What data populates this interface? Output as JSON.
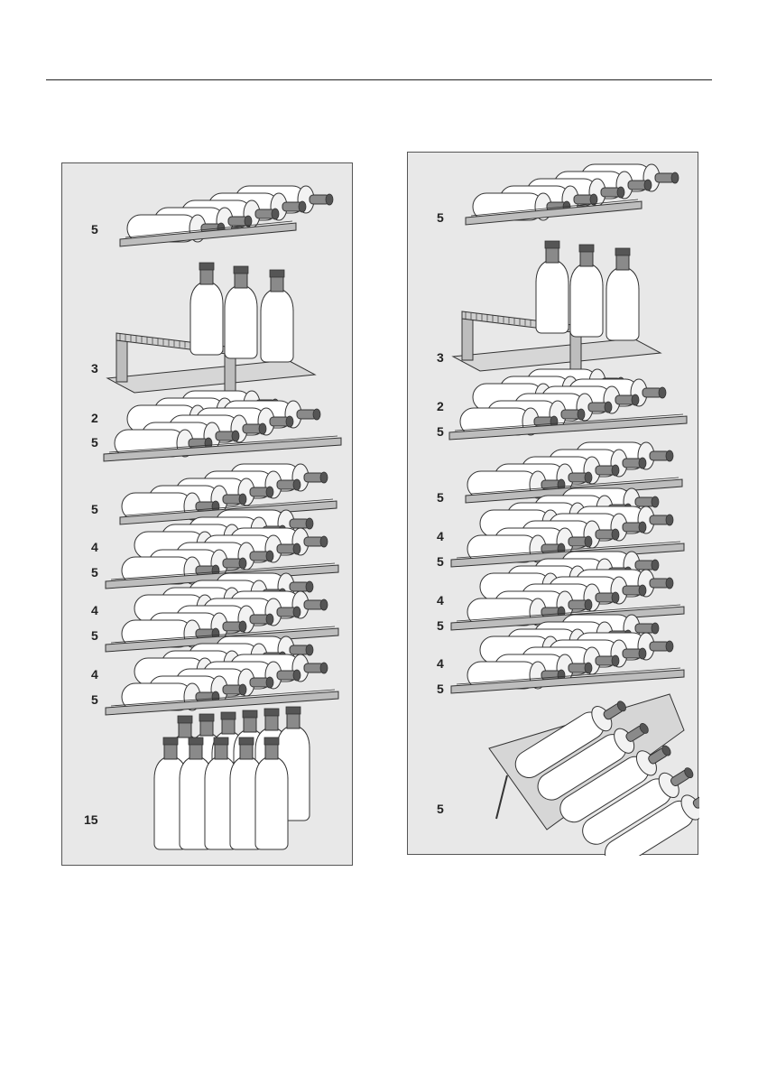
{
  "panels": [
    {
      "id": "left",
      "rows": [
        {
          "count": "5",
          "type": "shelf"
        },
        {
          "count": "3",
          "type": "presentation-rack"
        },
        {
          "count": "2",
          "type": "upper"
        },
        {
          "count": "5",
          "type": "shelf"
        },
        {
          "count": "5",
          "type": "shelf"
        },
        {
          "count": "4",
          "type": "upper"
        },
        {
          "count": "5",
          "type": "shelf"
        },
        {
          "count": "4",
          "type": "upper"
        },
        {
          "count": "5",
          "type": "shelf"
        },
        {
          "count": "4",
          "type": "upper"
        },
        {
          "count": "5",
          "type": "shelf"
        },
        {
          "count": "15",
          "type": "standing"
        }
      ]
    },
    {
      "id": "right",
      "rows": [
        {
          "count": "5",
          "type": "shelf"
        },
        {
          "count": "3",
          "type": "presentation-rack"
        },
        {
          "count": "2",
          "type": "upper"
        },
        {
          "count": "5",
          "type": "shelf"
        },
        {
          "count": "5",
          "type": "shelf"
        },
        {
          "count": "4",
          "type": "upper"
        },
        {
          "count": "5",
          "type": "shelf"
        },
        {
          "count": "4",
          "type": "upper"
        },
        {
          "count": "5",
          "type": "shelf"
        },
        {
          "count": "4",
          "type": "upper"
        },
        {
          "count": "5",
          "type": "shelf"
        },
        {
          "count": "5",
          "type": "tilted-rack"
        }
      ]
    }
  ],
  "colors": {
    "panel_bg": "#e8e8e8",
    "bottle": "#ffffff",
    "neck": "#8a8a8a",
    "shelf": "#bdbdbd",
    "outline": "#333333"
  }
}
